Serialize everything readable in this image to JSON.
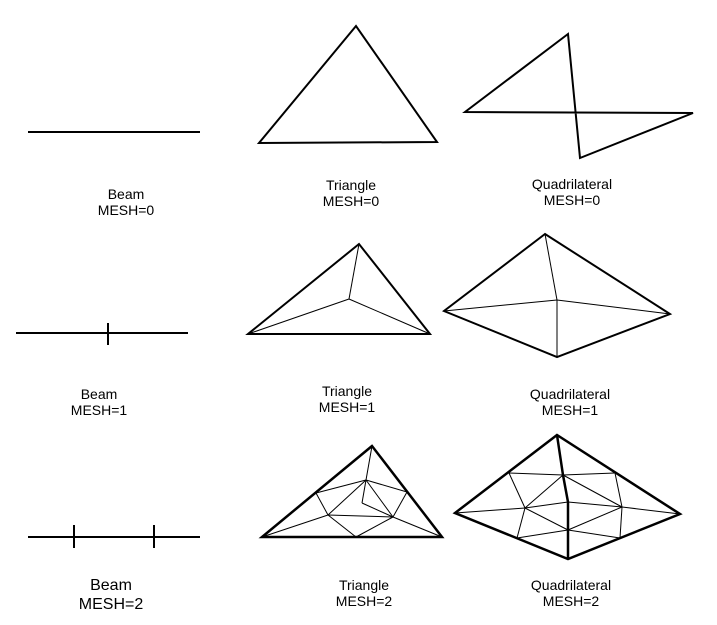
{
  "labels": [
    {
      "shape": "Beam",
      "mesh": "MESH=0"
    },
    {
      "shape": "Triangle",
      "mesh": "MESH=0"
    },
    {
      "shape": "Quadrilateral",
      "mesh": "MESH=0"
    },
    {
      "shape": "Beam",
      "mesh": "MESH=1"
    },
    {
      "shape": "Triangle",
      "mesh": "MESH=1"
    },
    {
      "shape": "Quadrilateral",
      "mesh": "MESH=1"
    },
    {
      "shape": "Beam",
      "mesh": "MESH=2"
    },
    {
      "shape": "Triangle",
      "mesh": "MESH=2"
    },
    {
      "shape": "Quadrilateral",
      "mesh": "MESH=2"
    }
  ]
}
